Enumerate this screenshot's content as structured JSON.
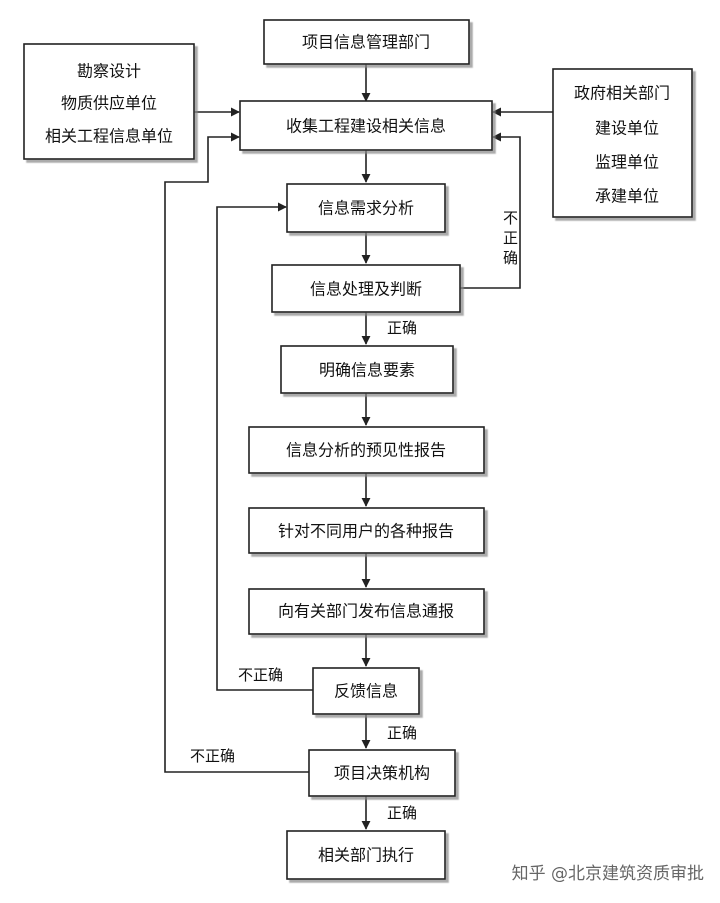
{
  "nodes": {
    "mgmt_dept": "项目信息管理部门",
    "collect": "收集工程建设相关信息",
    "left_sources": [
      "勘察设计",
      "物质供应单位",
      "相关工程信息单位"
    ],
    "right_sources": [
      "政府相关部门",
      "建设单位",
      "监理单位",
      "承建单位"
    ],
    "demand_analysis": "信息需求分析",
    "processing": "信息处理及判断",
    "clarify": "明确信息要素",
    "forecast_report": "信息分析的预见性报告",
    "user_reports": "针对不同用户的各种报告",
    "notify": "向有关部门发布信息通报",
    "feedback": "反馈信息",
    "decision": "项目决策机构",
    "execute": "相关部门执行"
  },
  "labels": {
    "incorrect": "不正确",
    "correct": "正确"
  },
  "watermark": "知乎 @北京建筑资质审批",
  "colors": {
    "stroke": "#222222",
    "fill": "#ffffff",
    "text": "#111111"
  }
}
